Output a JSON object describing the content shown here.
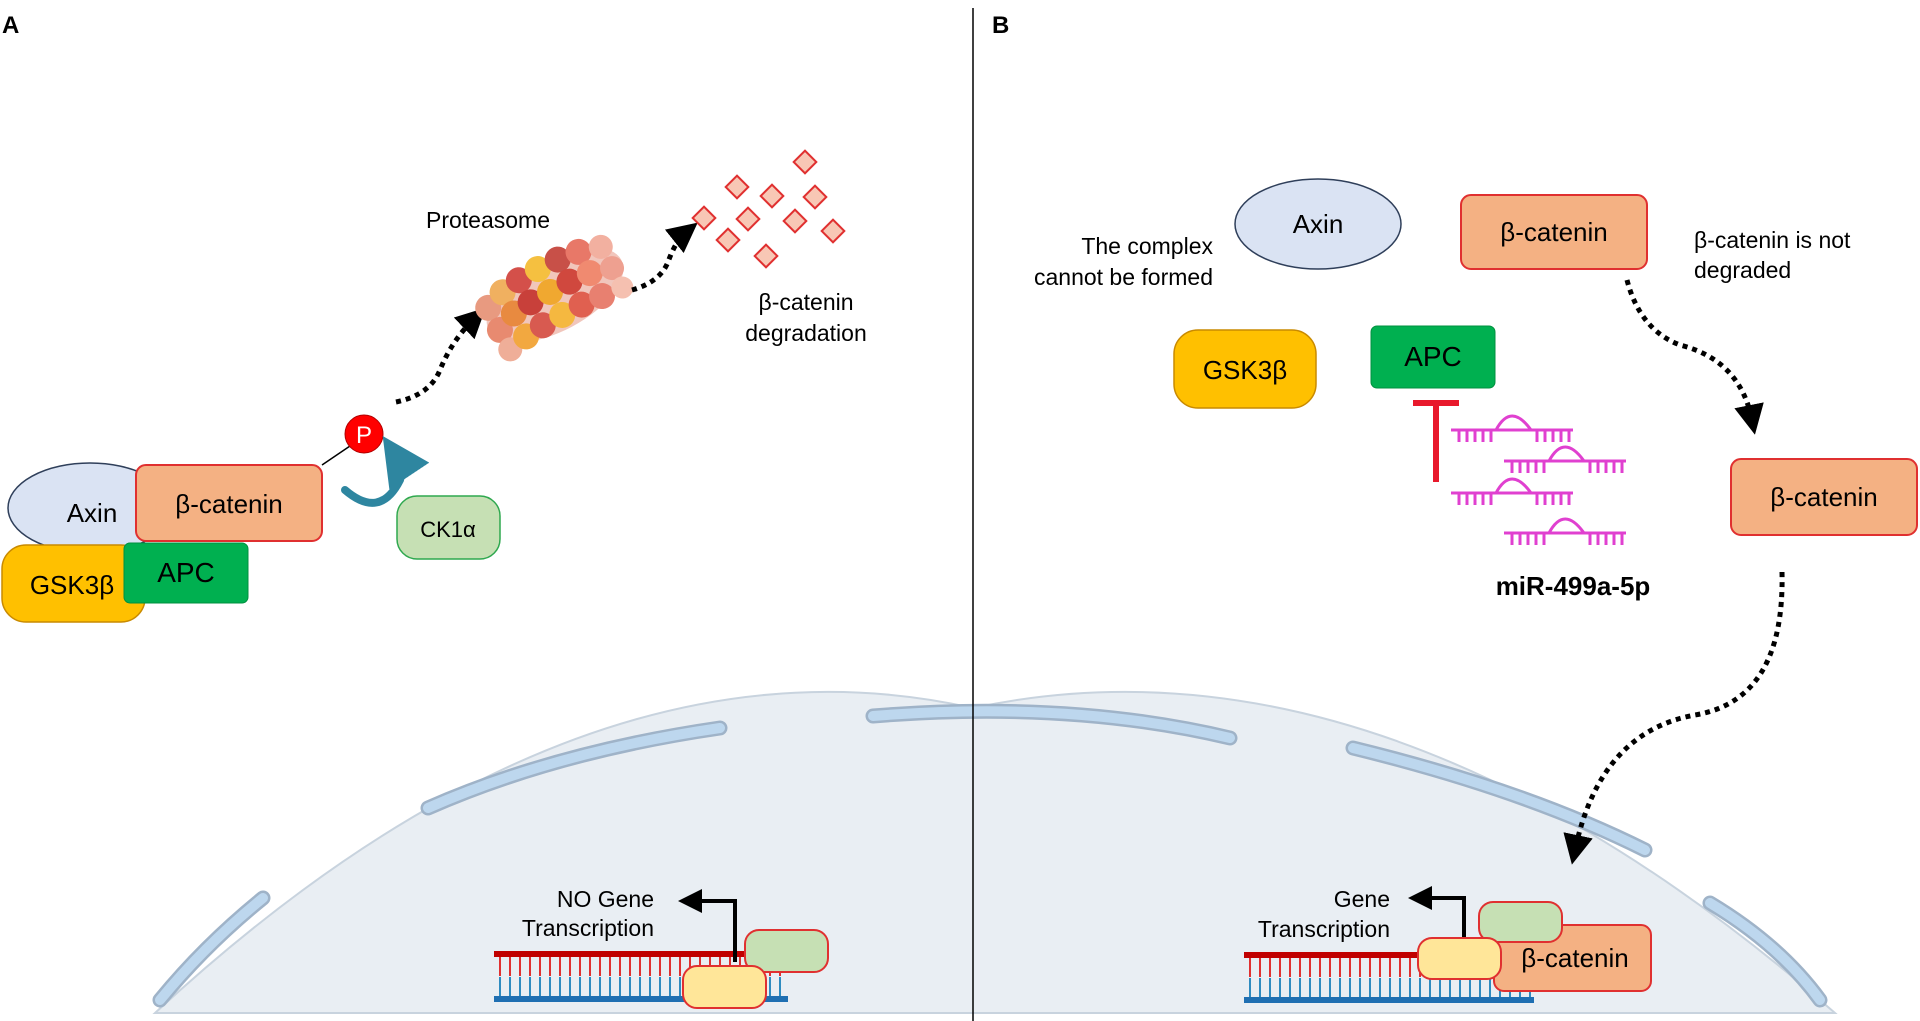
{
  "panel_a": {
    "label": "A",
    "axin": "Axin",
    "beta_catenin": "β-catenin",
    "gsk3b": "GSK3β",
    "apc": "APC",
    "ck1a": "CK1α",
    "phospho": "P",
    "proteasome": "Proteasome",
    "degradation_line1": "β-catenin",
    "degradation_line2": "degradation",
    "transcription_line1": "NO Gene",
    "transcription_line2": "Transcription"
  },
  "panel_b": {
    "label": "B",
    "axin": "Axin",
    "beta_catenin_top": "β-catenin",
    "complex_line1": "The complex",
    "complex_line2": "cannot be formed",
    "not_degraded_line1": "β-catenin is not",
    "not_degraded_line2": "degraded",
    "gsk3b": "GSK3β",
    "apc": "APC",
    "mirna": "miR-499a-5p",
    "beta_catenin_mid": "β-catenin",
    "beta_catenin_nucleus": "β-catenin",
    "transcription_line1": "Gene",
    "transcription_line2": "Transcription"
  },
  "colors": {
    "beta_catenin_fill": "#f4b183",
    "beta_catenin_stroke": "#e03030",
    "axin_fill": "#dae3f3",
    "gsk3b_fill": "#ffc000",
    "apc_fill": "#00b050",
    "ck1a_fill": "#c6e0b4",
    "mirna": "#e040d0",
    "inhibitor": "#e8192c",
    "nucleus_fill": "#e9eef3",
    "nuclear_pore": "#bdd7ee"
  }
}
